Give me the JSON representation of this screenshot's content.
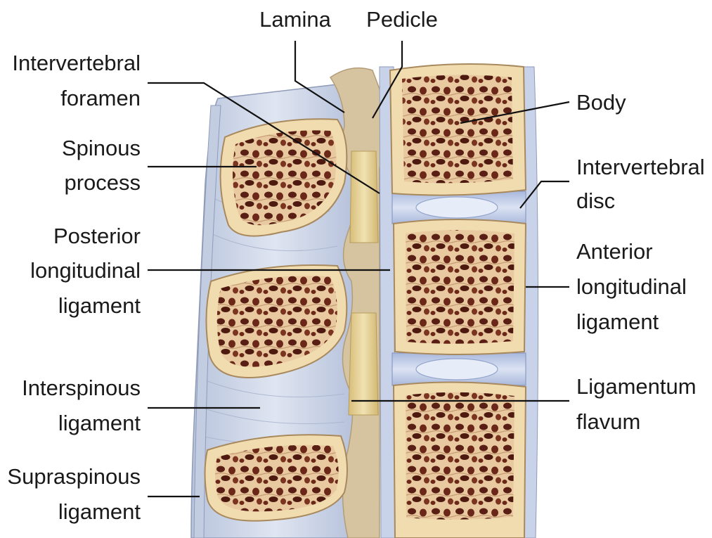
{
  "labels": {
    "lamina": "Lamina",
    "pedicle": "Pedicle",
    "intervertebral_foramen": [
      "Intervertebral",
      "foramen"
    ],
    "spinous_process": [
      "Spinous",
      "process"
    ],
    "posterior_longitudinal_ligament": [
      "Posterior",
      "longitudinal",
      "ligament"
    ],
    "interspinous_ligament": [
      "Interspinous",
      "ligament"
    ],
    "supraspinous_ligament": [
      "Supraspinous",
      "ligament"
    ],
    "body": "Body",
    "intervertebral_disc": [
      "Intervertebral",
      "disc"
    ],
    "anterior_longitudinal_ligament": [
      "Anterior",
      "longitudinal",
      "ligament"
    ],
    "ligamentum_flavum": [
      "Ligamentum",
      "flavum"
    ]
  },
  "colors": {
    "bone_cortex": "#f1dcb0",
    "bone_outline": "#a8895e",
    "cancellous_dark": "#5a1f14",
    "cancellous_mid": "#8a4a34",
    "ligament_blue": "#c9d3e6",
    "disc_blue": "#b9c6e2",
    "ligamentum_flavum": "#e8d49a",
    "lamina_tan": "#d6c3a0"
  }
}
